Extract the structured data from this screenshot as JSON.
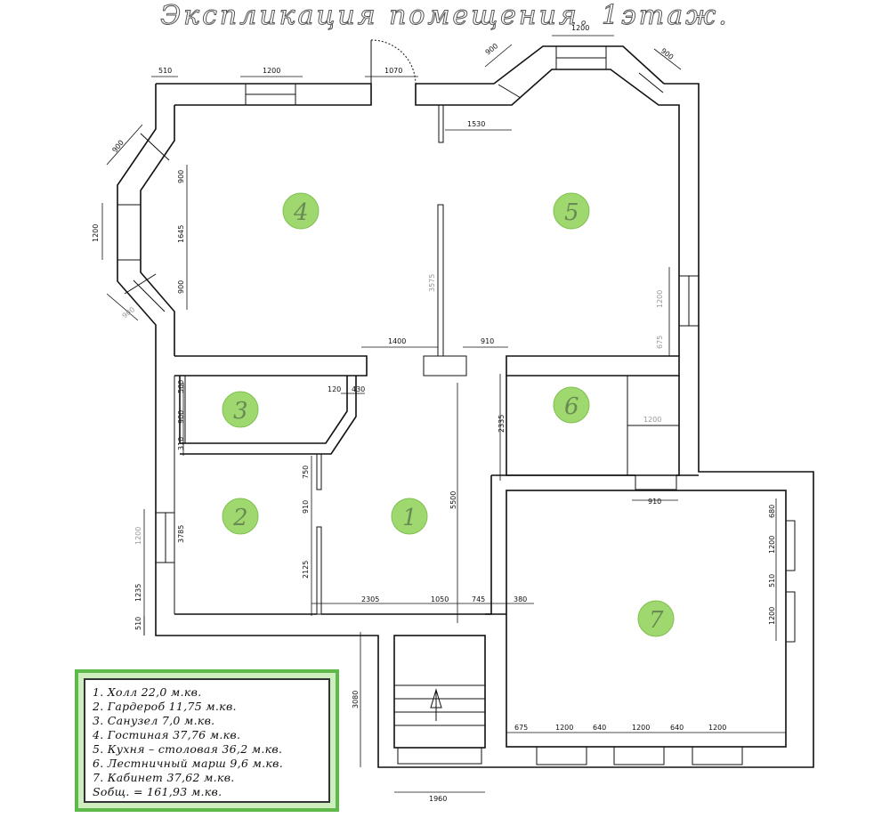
{
  "title": "Экспликация помещения. 1этаж.",
  "rooms": [
    {
      "num": "1"
    },
    {
      "num": "2"
    },
    {
      "num": "3"
    },
    {
      "num": "4"
    },
    {
      "num": "5"
    },
    {
      "num": "6"
    },
    {
      "num": "7"
    }
  ],
  "dimensions": {
    "d510a": "510",
    "d1200a": "1200",
    "d1070": "1070",
    "d900a": "900",
    "d1200b": "1200",
    "d900b": "900",
    "d1530": "1530",
    "d900c": "900",
    "d1200c": "1200",
    "d900d": "900",
    "d900e": "900",
    "d1645": "1645",
    "d900f": "900",
    "d3575": "3575",
    "d1200d": "1200",
    "d675a": "675",
    "d1400": "1400",
    "d910a": "910",
    "d560": "560",
    "d120": "120",
    "d430": "430",
    "d900g": "900",
    "d310": "310",
    "d2335": "2335",
    "d1200e": "1200",
    "d750": "750",
    "d910b": "910",
    "d2125": "2125",
    "d5500": "5500",
    "d3785": "3785",
    "d1200f": "1200",
    "d1235": "1235",
    "d510b": "510",
    "d910c": "910",
    "d680": "680",
    "d1200g": "1200",
    "d510c": "510",
    "d1200h": "1200",
    "d2305": "2305",
    "d1050": "1050",
    "d745": "745",
    "d380": "380",
    "d3080": "3080",
    "d1960": "1960",
    "d675b": "675",
    "d1200i": "1200",
    "d640a": "640",
    "d1200j": "1200",
    "d640b": "640",
    "d1200k": "1200"
  },
  "legend": {
    "items": [
      "1.  Холл 22,0  м.кв.",
      "2.  Гардероб 11,75  м.кв.",
      "3.  Санузел 7,0  м.кв.",
      "4.  Гостиная 37,76  м.кв.",
      "5.  Кухня – столовая 36,2  м.кв.",
      "6.  Лестничный марш 9,6  м.кв.",
      "7.  Кабинет 37,62  м.кв."
    ],
    "total": "Sобщ. = 161,93 м.кв."
  },
  "colors": {
    "badge": "#9fd86e",
    "legend_border": "#5fb84a"
  }
}
